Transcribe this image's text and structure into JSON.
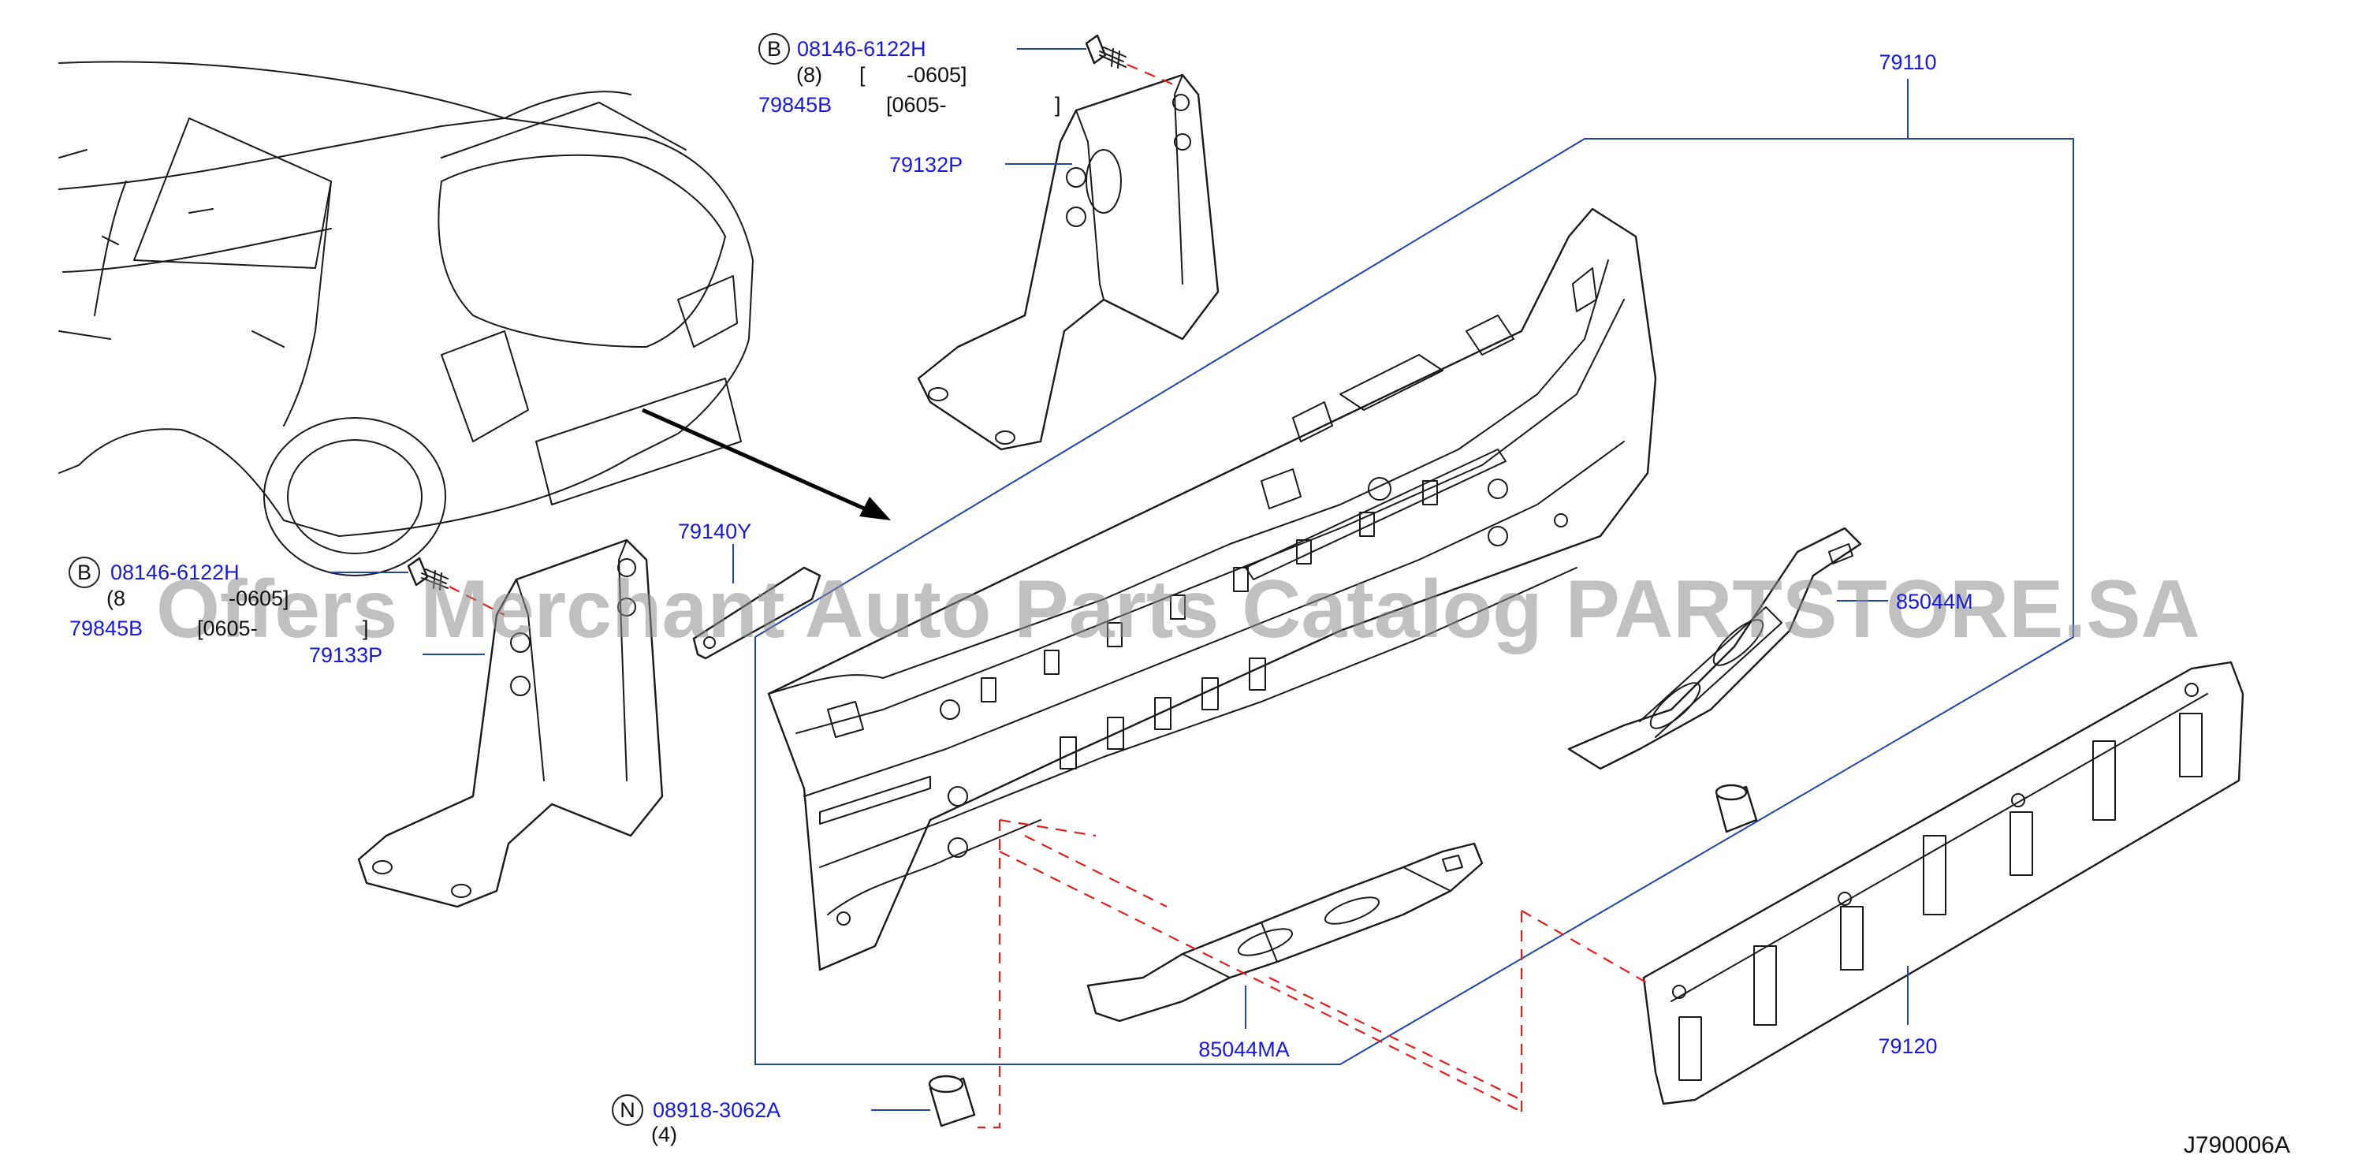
{
  "diagram_id": "J790006A",
  "watermark": "Offers Merchant Auto Parts Catalog PARTSTORE.SA",
  "colors": {
    "label": "#1a1ad6",
    "qty_text": "#111111",
    "leader": "#2244aa",
    "dashed_guide": "#e02020",
    "outline": "#1a1a1a"
  },
  "callouts": {
    "bolt_top": {
      "badge": "B",
      "part": "08146-6122H",
      "qty": "(8)",
      "range_a": "[",
      "range_b": "-0605]",
      "alt_part": "79845B",
      "alt_range_a": "[0605-",
      "alt_range_b": "]"
    },
    "bolt_left": {
      "badge": "B",
      "part": "08146-6122H",
      "qty": "(8",
      "range_b": "-0605]",
      "alt_part": "79845B",
      "alt_range_a": "[0605-",
      "alt_range_b": "]"
    },
    "nut": {
      "badge": "N",
      "part": "08918-3062A",
      "qty": "(4)"
    }
  },
  "parts": {
    "p79110": "79110",
    "p79132P": "79132P",
    "p79133P": "79133P",
    "p79140Y": "79140Y",
    "p85044M": "85044M",
    "p85044MA": "85044MA",
    "p79120": "79120"
  }
}
